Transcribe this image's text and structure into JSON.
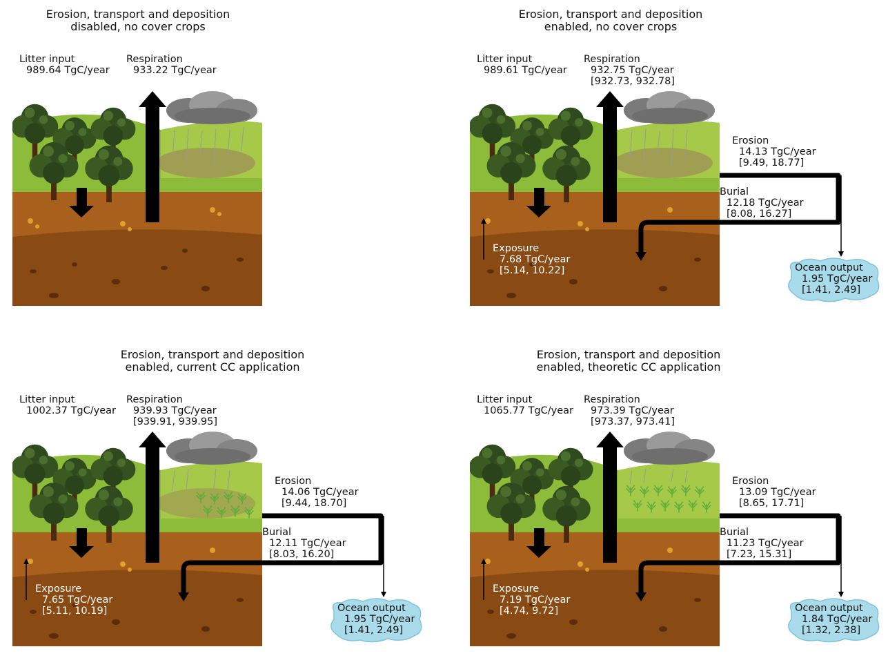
{
  "panels": [
    {
      "title_line1": "Erosion, transport and deposition",
      "title_line2": "disabled, no cover crops",
      "litter_label": "Litter input",
      "litter_value": "989.64 TgC/year",
      "resp_label": "Respiration",
      "resp_value": "933.22 TgC/year",
      "resp_range": ""
    },
    {
      "title_line1": "Erosion, transport and deposition",
      "title_line2": "enabled, no cover crops",
      "litter_label": "Litter input",
      "litter_value": "989.61 TgC/year",
      "resp_label": "Respiration",
      "resp_value": "932.75 TgC/year",
      "resp_range": "[932.73, 932.78]",
      "erosion_label": "Erosion",
      "erosion_value": "14.13 TgC/year",
      "erosion_range": "[9.49, 18.77]",
      "burial_label": "Burial",
      "burial_value": "12.18 TgC/year",
      "burial_range": "[8.08, 16.27]",
      "exposure_label": "Exposure",
      "exposure_value": "7.68 TgC/year",
      "exposure_range": "[5.14, 10.22]",
      "ocean_label": "Ocean output",
      "ocean_value": "1.95 TgC/year",
      "ocean_range": "[1.41, 2.49]"
    },
    {
      "title_line1": "Erosion, transport and deposition",
      "title_line2": "enabled, current CC application",
      "litter_label": "Litter input",
      "litter_value": "1002.37 TgC/year",
      "resp_label": "Respiration",
      "resp_value": "939.93 TgC/year",
      "resp_range": "[939.91, 939.95]",
      "erosion_label": "Erosion",
      "erosion_value": "14.06 TgC/year",
      "erosion_range": "[9.44, 18.70]",
      "burial_label": "Burial",
      "burial_value": "12.11 TgC/year",
      "burial_range": "[8.03, 16.20]",
      "exposure_label": "Exposure",
      "exposure_value": "7.65 TgC/year",
      "exposure_range": "[5.11, 10.19]",
      "ocean_label": "Ocean output",
      "ocean_value": "1.95 TgC/year",
      "ocean_range": "[1.41, 2.49]"
    },
    {
      "title_line1": "Erosion, transport and deposition",
      "title_line2": "enabled, theoretic CC application",
      "litter_label": "Litter input",
      "litter_value": "1065.77 TgC/year",
      "resp_label": "Respiration",
      "resp_value": "973.39 TgC/year",
      "resp_range": "[973.37, 973.41]",
      "erosion_label": "Erosion",
      "erosion_value": "13.09 TgC/year",
      "erosion_range": "[8.65, 17.71]",
      "burial_label": "Burial",
      "burial_value": "11.23 TgC/year",
      "burial_range": "[7.23, 15.31]",
      "exposure_label": "Exposure",
      "exposure_value": "7.19 TgC/year",
      "exposure_range": "[4.74, 9.72]",
      "ocean_label": "Ocean output",
      "ocean_value": "1.84 TgC/year",
      "ocean_range": "[1.32, 2.38]"
    }
  ],
  "colors": {
    "grass": "#8dbb3a",
    "topsoil": "#a8601c",
    "subsoil": "#8a4a14",
    "tree": "#2f4a1e",
    "cloud": "#8f8f8f",
    "ocean": "#a9dbea",
    "flow_arrow": "#000000",
    "crop": "#5fae3a"
  },
  "icons": [
    "tree-icon",
    "rain-cloud-icon",
    "crop-icon",
    "ocean-icon"
  ]
}
